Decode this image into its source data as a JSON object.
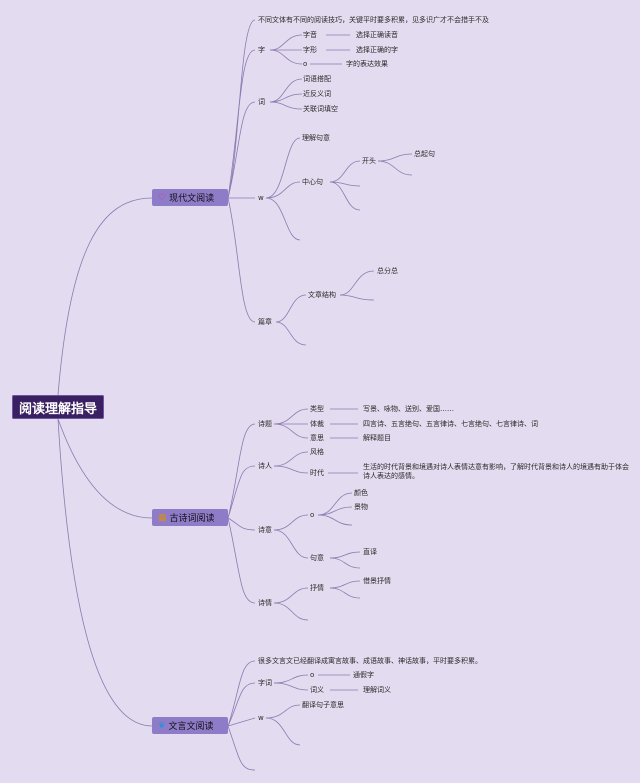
{
  "root": "阅读理解指导",
  "colors": {
    "background": "#e3dbef",
    "root": "#3a1f63",
    "branch": "#8f7cc9",
    "line": "#8a7bb0"
  },
  "modern": {
    "label": "现代文阅读",
    "icon": "heart-icon",
    "intro": "不同文体有不同的阅读技巧，关键平时要多积累，见多识广才不会措手不及",
    "zi": {
      "label": "字",
      "items": [
        {
          "k": "字音",
          "v": "选择正确读音"
        },
        {
          "k": "字形",
          "v": "选择正确的字"
        },
        {
          "k": "o",
          "v": "字的表达效果"
        }
      ]
    },
    "ci": {
      "label": "词",
      "items": [
        "词语搭配",
        "近反义词",
        "关联词填空"
      ]
    },
    "w": {
      "label": "w",
      "understand": "理解句意",
      "center": "中心句",
      "start": "开头",
      "general": "总起句"
    },
    "chapter": {
      "label": "篇章",
      "structure": "文章结构",
      "zfz": "总分总"
    }
  },
  "poetry": {
    "label": "古诗词阅读",
    "icon": "grid-icon",
    "shiti": {
      "label": "诗题",
      "items": [
        {
          "k": "类型",
          "v": "写景、咏物、送别、爱国……"
        },
        {
          "k": "体裁",
          "v": "四言诗、五言绝句、五言律诗、七言绝句、七言律诗、词"
        },
        {
          "k": "意思",
          "v": "解释题目"
        }
      ]
    },
    "shiren": {
      "label": "诗人",
      "style": "风格",
      "era": "时代",
      "era_desc": "生活的时代背景和境遇对诗人表情达意有影响，了解时代背景和诗人的境遇有助于体会诗人表达的感情。"
    },
    "shiyi": {
      "label": "诗意",
      "o": "o",
      "color": "颜色",
      "scene": "景物",
      "juyi": "句意",
      "zhiyi": "直译"
    },
    "shiqing": {
      "label": "诗情",
      "express": "抒情",
      "jieji": "借景抒情"
    }
  },
  "classical": {
    "label": "文言文阅读",
    "icon": "leaf-icon",
    "intro": "很多文言文已经翻译成寓言故事、成语故事、神话故事，平时要多积累。",
    "zici": {
      "label": "字词",
      "items": [
        {
          "k": "o",
          "v": "通假字"
        },
        {
          "k": "词义",
          "v": "理解词义"
        }
      ]
    },
    "w": {
      "label": "w",
      "translate": "翻译句子意思"
    }
  }
}
